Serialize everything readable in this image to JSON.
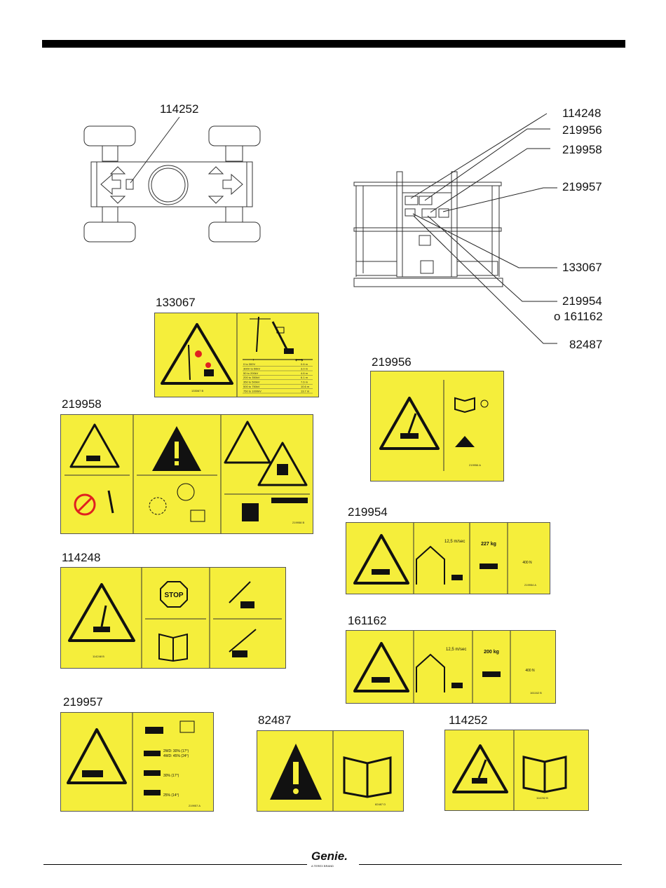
{
  "callouts": {
    "top_view": "114252",
    "platform": [
      "114248",
      "219956",
      "219958",
      "219957",
      "133067",
      "219954",
      "o 161162",
      "82487"
    ]
  },
  "decals": {
    "d133067": {
      "title": "133067",
      "code": "133067 B",
      "table": [
        {
          "range": "0 to 300V",
          "dist": "0.6 m"
        },
        {
          "range": "300V to 50kV",
          "dist": "3.0 m"
        },
        {
          "range": "50 to 200kV",
          "dist": "4.6 m"
        },
        {
          "range": "200 to 350kV",
          "dist": "6.1 m"
        },
        {
          "range": "350 to 500kV",
          "dist": "7.6 m"
        },
        {
          "range": "500 to 750kV",
          "dist": "10.6 m"
        },
        {
          "range": "750 to 1000kV",
          "dist": "13.7 m"
        }
      ]
    },
    "d219958": {
      "title": "219958",
      "code": "219958 B"
    },
    "d114248": {
      "title": "114248",
      "code": "114248 B",
      "stop": "STOP"
    },
    "d219957": {
      "title": "219957",
      "code": "219957 A",
      "rows": [
        "2WD: 30% (17°)",
        "4WD: 45% (24°)",
        "30% (17°)",
        "25% (14°)"
      ]
    },
    "d82487": {
      "title": "82487",
      "code": "82487 D"
    },
    "d114252": {
      "title": "114252",
      "code": "114252 B"
    },
    "d219956": {
      "title": "219956",
      "code": "219956 A"
    },
    "d219954": {
      "title": "219954",
      "code": "219954 A",
      "wind": "12,5 m/sec",
      "load": "227 kg",
      "force": "400 N"
    },
    "d161162": {
      "title": "161162",
      "code": "161162 B",
      "wind": "12,5 m/sec",
      "load": "200 kg",
      "force": "400 N"
    }
  },
  "footer": {
    "logo": "Genie.",
    "tagline": "A TEREX BRAND"
  },
  "colors": {
    "decal_yellow": "#f5ee3b",
    "bar": "#000000"
  }
}
